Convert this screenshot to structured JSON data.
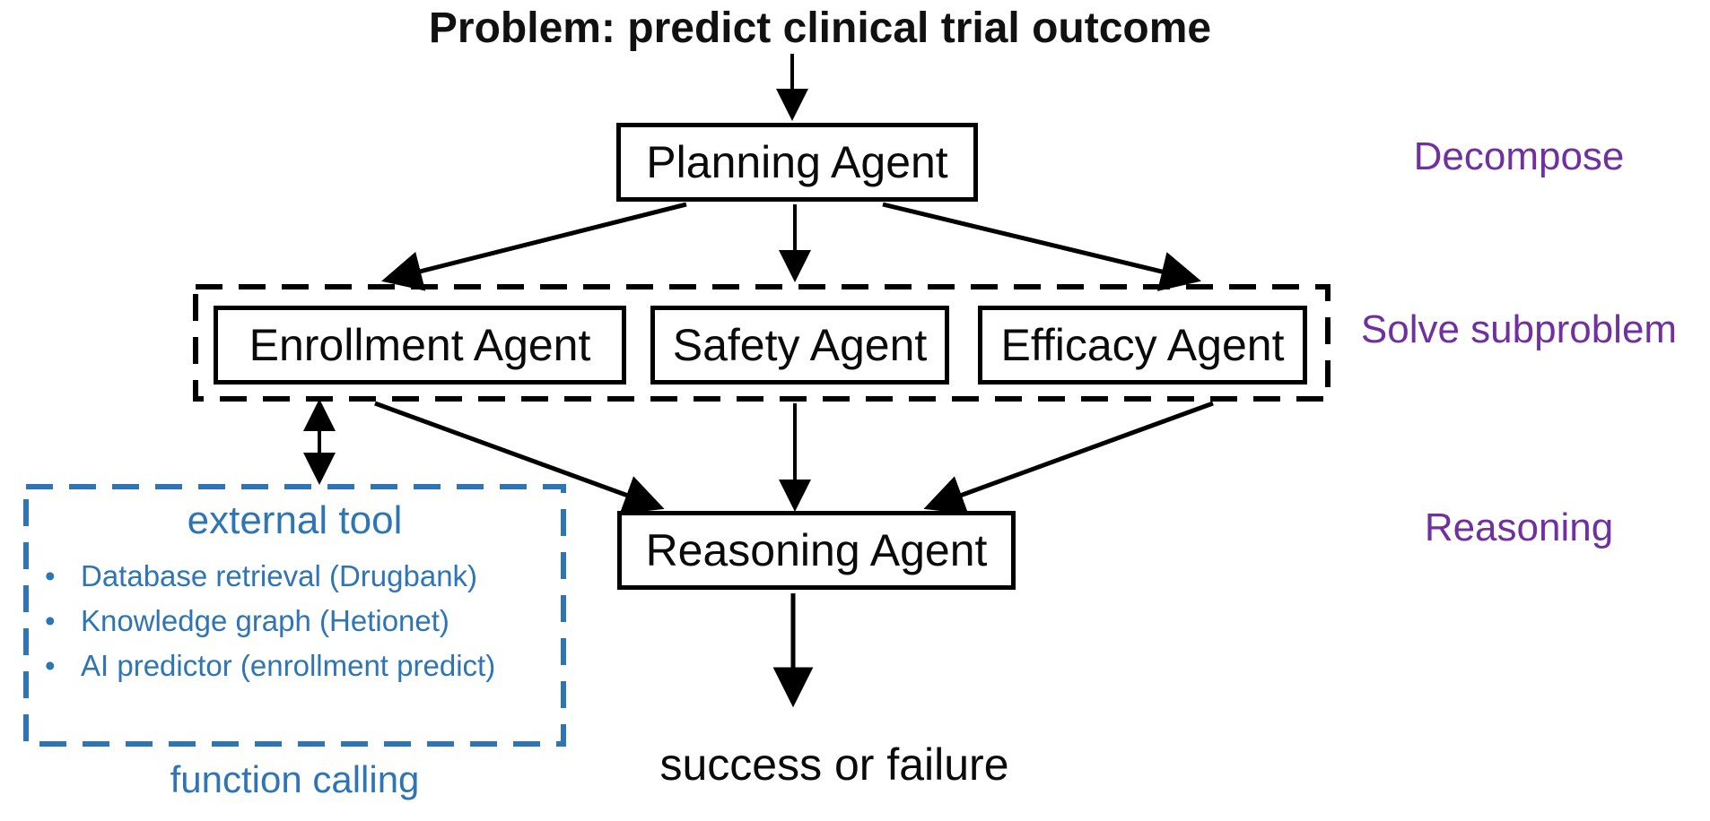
{
  "problem": {
    "label": "Problem: predict clinical trial outcome"
  },
  "agents": {
    "planning": {
      "label": "Planning Agent"
    },
    "enrollment": {
      "label": "Enrollment Agent"
    },
    "safety": {
      "label": "Safety Agent"
    },
    "efficacy": {
      "label": "Efficacy Agent"
    },
    "reasoning": {
      "label": "Reasoning Agent"
    }
  },
  "outcome": {
    "label": "success or failure"
  },
  "stages": {
    "decompose": {
      "label": "Decompose"
    },
    "solve_subproblem": {
      "label": "Solve subproblem"
    },
    "reasoning": {
      "label": "Reasoning"
    }
  },
  "external_tool": {
    "title": "external tool",
    "bullet_glyph": "•",
    "bullets": [
      "Database retrieval (Drugbank)",
      "Knowledge graph (Hetionet)",
      "AI predictor (enrollment predict)"
    ],
    "caption": "function calling"
  },
  "colors": {
    "accent_blue": "#2E75B6",
    "accent_purple": "#7030A0",
    "line_black": "#000000"
  }
}
